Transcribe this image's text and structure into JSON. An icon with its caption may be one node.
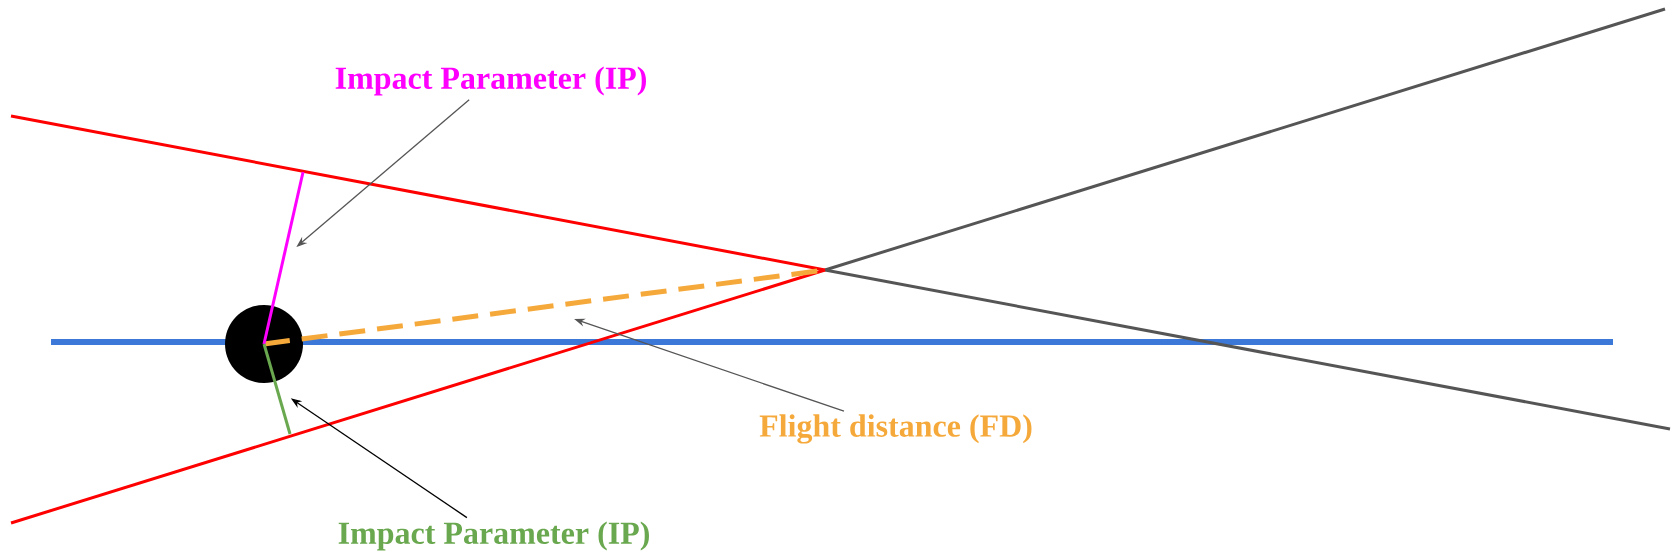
{
  "diagram": {
    "nodes": [
      {
        "text": [
          "Impact Parameter (IP)"
        ]
      },
      {
        "text": [
          "Flight distance (FD)"
        ]
      },
      {
        "text": [
          "Impact Parameter (IP)"
        ]
      },
      {
        "text": [],
        "shape": "circle"
      },
      {
        "text": [],
        "shape": "line"
      },
      {
        "text": [],
        "shape": "line"
      }
    ],
    "edges": [
      {
        "from": 0,
        "to": 4,
        "arrow": "to"
      },
      {
        "from": 1,
        "to": null,
        "arrow": "to"
      },
      {
        "from": 2,
        "to": 5,
        "arrow": "to",
        "color": "#000000"
      }
    ]
  }
}
